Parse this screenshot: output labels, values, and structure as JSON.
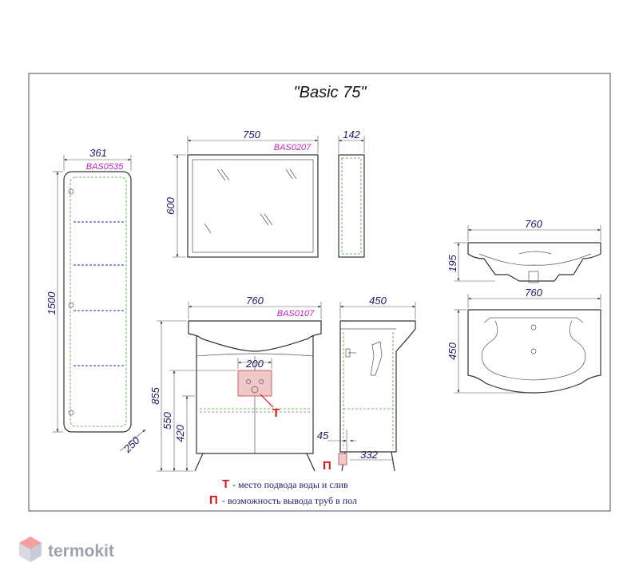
{
  "title": "\"Basic 75\"",
  "pencil_case": {
    "width": "361",
    "code": "BAS0535",
    "height": "1500",
    "depth": "250"
  },
  "mirror": {
    "width": "750",
    "code": "BAS0207",
    "height": "600",
    "depth": "142"
  },
  "washbasin": {
    "side_width": "760",
    "side_height": "195",
    "top_width": "760",
    "top_depth": "450"
  },
  "vanity": {
    "width": "760",
    "code": "BAS0107",
    "height": "855",
    "h550": "550",
    "h420": "420",
    "pipe_zone": "200",
    "side_depth": "450",
    "d45": "45",
    "d332": "332"
  },
  "legend": {
    "t_mark": "Т",
    "t_text": "- место подвода воды и слив",
    "p_mark": "П",
    "p_text": "- возможность вывода труб в пол"
  },
  "brand": {
    "name": "termokit"
  },
  "colors": {
    "dimension": "#1a1a66",
    "code": "#c020c0",
    "marker": "#d81818",
    "brand": "#9aa3ad"
  }
}
